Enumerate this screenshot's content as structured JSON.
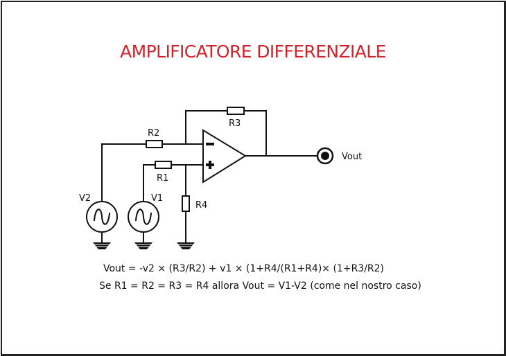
{
  "title": "AMPLIFICATORE DIFFERENZIALE",
  "colors": {
    "title": "#d2232a",
    "lines": "#111111",
    "border": "#222222"
  },
  "circuit": {
    "components": {
      "R1": "R1",
      "R2": "R2",
      "R3": "R3",
      "R4": "R4",
      "V1": "V1",
      "V2": "V2",
      "output": "Vout"
    },
    "opamp": {
      "inverting_symbol": "−",
      "noninverting_symbol": "+"
    }
  },
  "formulas": {
    "line1": "Vout = -v2 × (R3/R2) + v1 × (1+R4/(R1+R4)× (1+R3/R2)",
    "line2": "Se R1 = R2 = R3 = R4 allora Vout = V1-V2 (come nel nostro caso)"
  }
}
